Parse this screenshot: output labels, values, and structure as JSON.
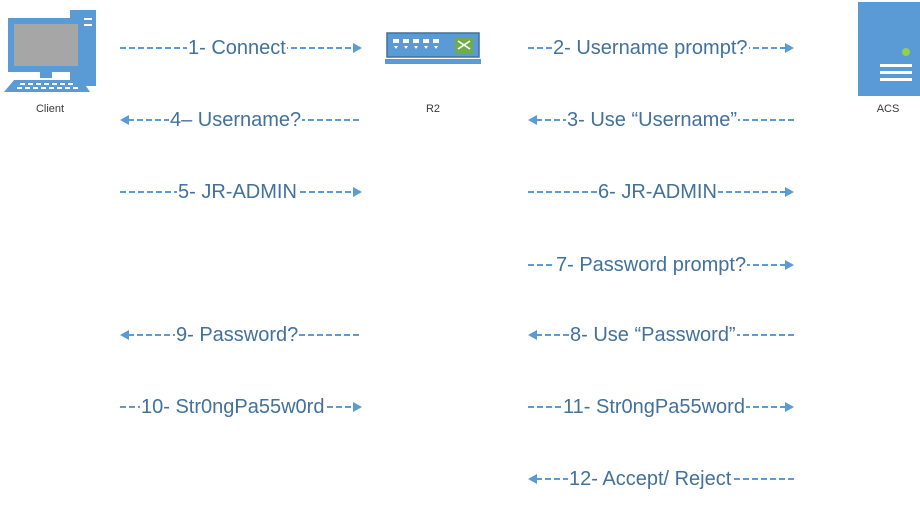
{
  "nodes": {
    "client": {
      "label": "Client"
    },
    "router": {
      "label": "R2"
    },
    "server": {
      "label": "ACS"
    }
  },
  "colors": {
    "accent": "#5b9bd5",
    "text": "#41719c",
    "outline": "#41719c"
  },
  "messages": [
    {
      "id": 1,
      "text": "1- Connect",
      "direction": "right",
      "segment": "client-router"
    },
    {
      "id": 2,
      "text": "2- Username prompt?",
      "direction": "right",
      "segment": "router-server"
    },
    {
      "id": 3,
      "text": "3- Use “Username”",
      "direction": "left",
      "segment": "router-server"
    },
    {
      "id": 4,
      "text": "4– Username?",
      "direction": "left",
      "segment": "client-router"
    },
    {
      "id": 5,
      "text": "5- JR-ADMIN",
      "direction": "right",
      "segment": "client-router"
    },
    {
      "id": 6,
      "text": "6- JR-ADMIN",
      "direction": "right",
      "segment": "router-server"
    },
    {
      "id": 7,
      "text": "7- Password prompt?",
      "direction": "right",
      "segment": "router-server"
    },
    {
      "id": 8,
      "text": "8- Use “Password”",
      "direction": "left",
      "segment": "router-server"
    },
    {
      "id": 9,
      "text": "9- Password?",
      "direction": "left",
      "segment": "client-router"
    },
    {
      "id": 10,
      "text": "10- Str0ngPa55w0rd",
      "direction": "right",
      "segment": "client-router"
    },
    {
      "id": 11,
      "text": "11- Str0ngPa55word",
      "direction": "right",
      "segment": "router-server"
    },
    {
      "id": 12,
      "text": "12- Accept/ Reject",
      "direction": "left",
      "segment": "router-server"
    }
  ]
}
